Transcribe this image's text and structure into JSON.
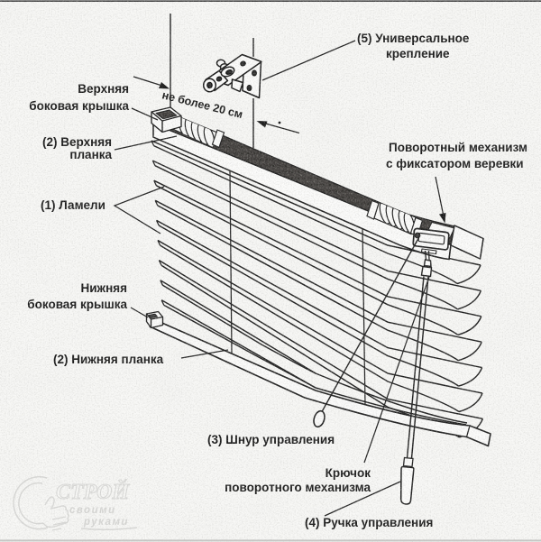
{
  "figure_title": "Horizontal venetian blind components diagram",
  "labels": {
    "bracket": {
      "line1": "(5) Универсальное",
      "line2": "крепление"
    },
    "top_side_cap": {
      "line1": "Верхняя",
      "line2": "боковая крышка"
    },
    "top_rail": {
      "line1": "(2) Верхняя",
      "line2": "планка"
    },
    "slats": {
      "line1": "(1) Ламели"
    },
    "tilt_mechanism": {
      "line1": "Поворотный механизм",
      "line2": "с фиксатором веревки"
    },
    "bottom_side_cap": {
      "line1": "Нижняя",
      "line2": "боковая крышка"
    },
    "bottom_rail": {
      "line1": "(2) Нижняя планка"
    },
    "cord": {
      "line1": "(3) Шнур управления"
    },
    "hook": {
      "line1": "Крючок",
      "line2": "поворотного механизма"
    },
    "wand": {
      "line1": "(4) Ручка управления"
    },
    "dimension_note": "не более 20 см"
  },
  "watermark": {
    "brand": "СТРОЙ",
    "line1": "своими",
    "line2": "руками"
  },
  "colors": {
    "ink": "#1c1c1c",
    "rail_top": "#403d3b",
    "watermark": "#d9d9d7",
    "background": "#f8f8f6"
  }
}
